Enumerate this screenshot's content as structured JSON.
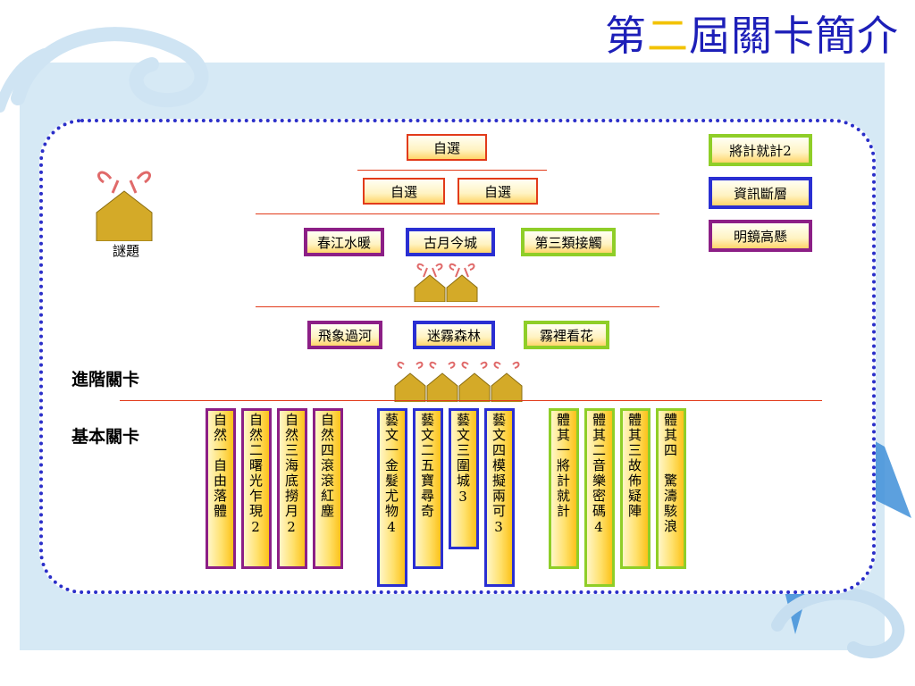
{
  "title": {
    "main_pre": "第",
    "main_hl": "二",
    "main_post": "屆關卡簡介"
  },
  "side": {
    "riddle_label": "謎題"
  },
  "levels": {
    "advanced": "進階關卡",
    "basic": "基本關卡"
  },
  "top_boxes": {
    "row1": [
      "自選"
    ],
    "row2": [
      "自選",
      "自選"
    ],
    "row3": [
      "春江水暖",
      "古月今城",
      "第三類接觸"
    ],
    "row4": [
      "飛象過河",
      "迷霧森林",
      "霧裡看花"
    ]
  },
  "legend": [
    "將計就計2",
    "資訊斷層",
    "明鏡高懸"
  ],
  "columns": [
    "自然一自由落體",
    "自然二曙光乍現2",
    "自然三海底撈月2",
    "自然四滾滾紅塵",
    "藝文一金髮尤物4",
    "藝文二五寶尋奇",
    "藝文三圍城3",
    "藝文四模擬兩可3",
    "體其一將計就計",
    "體其二音樂密碼4",
    "體其三故佈疑陣",
    "體其四　驚濤駭浪"
  ],
  "colors": {
    "purple": "#8c1f86",
    "blue": "#2a2fd2",
    "green": "#8fce28",
    "red": "#e23b1a",
    "title": "#1d1fb8",
    "highlight": "#f2c200"
  }
}
